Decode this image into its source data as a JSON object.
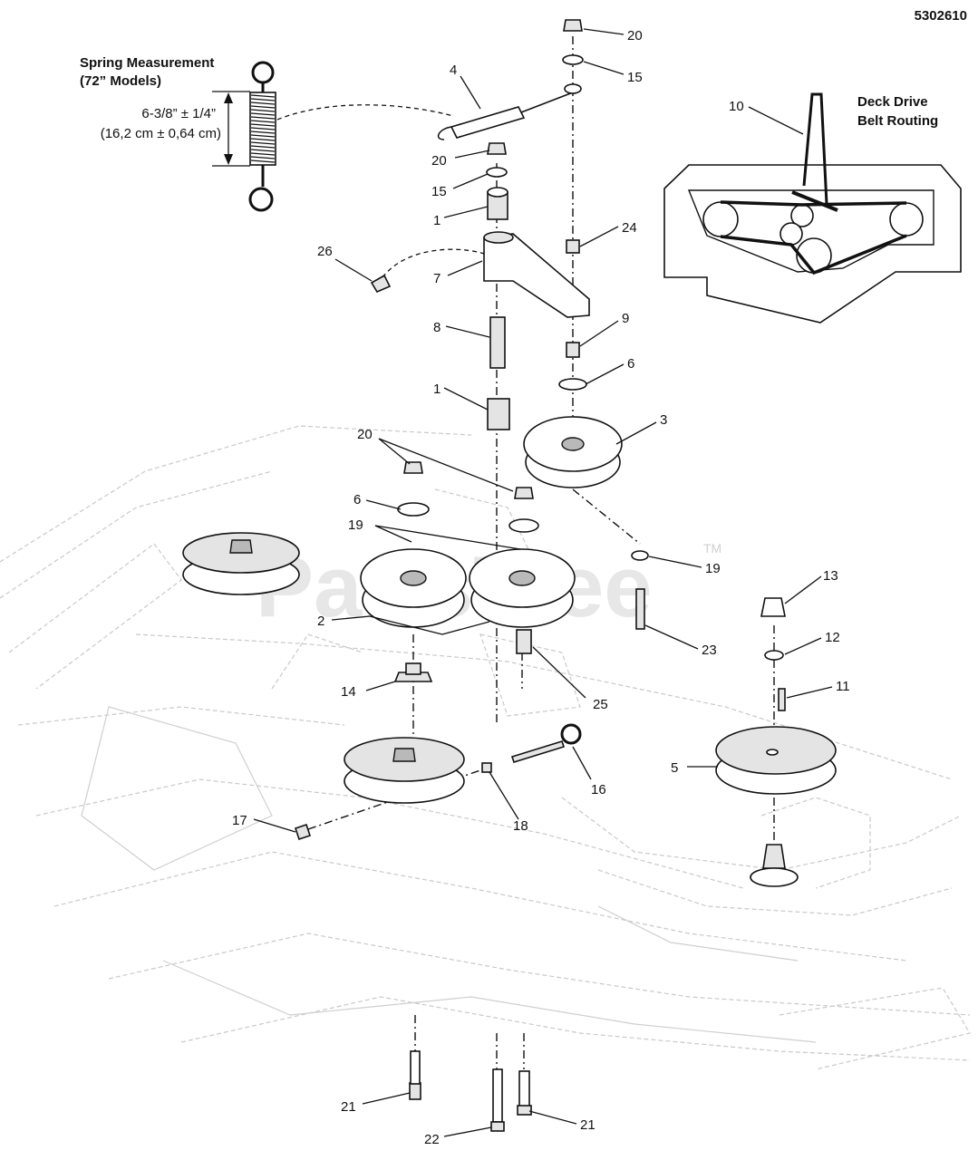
{
  "diagram_id": "5302610",
  "watermark": {
    "text": "PartsTree",
    "trademark": "TM"
  },
  "spring_note": {
    "title_line1": "Spring Measurement",
    "title_line2": "(72” Models)",
    "measure_line1": "6-3/8” ± 1/4”",
    "measure_line2": "(16,2 cm ± 0,64 cm)"
  },
  "belt_routing": {
    "title_line1": "Deck Drive",
    "title_line2": "Belt Routing"
  },
  "callouts": [
    "20",
    "15",
    "4",
    "20",
    "15",
    "1",
    "24",
    "26",
    "7",
    "8",
    "9",
    "6",
    "1",
    "3",
    "20",
    "6",
    "19",
    "19",
    "2",
    "13",
    "12",
    "23",
    "14",
    "25",
    "11",
    "5",
    "16",
    "18",
    "17",
    "21",
    "21",
    "22",
    "10"
  ]
}
